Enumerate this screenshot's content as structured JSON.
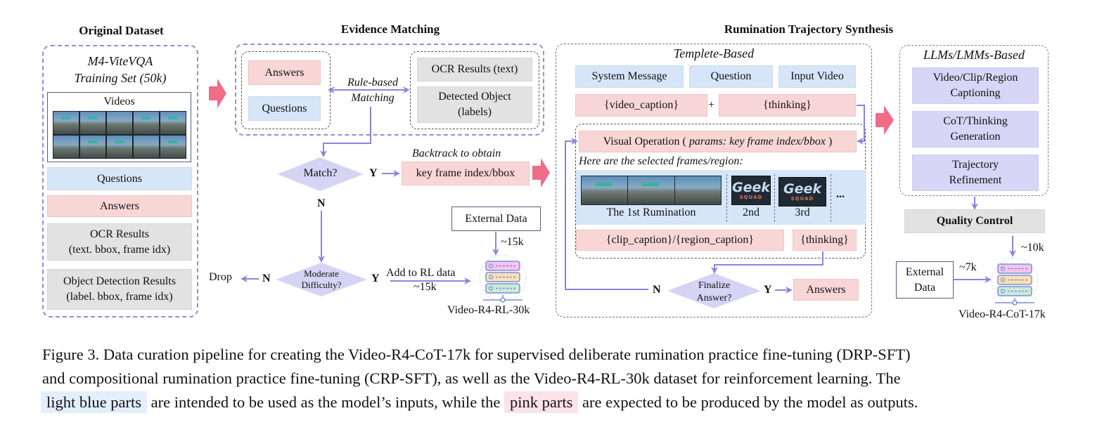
{
  "sections": {
    "original": {
      "title": "Original Dataset",
      "dataset_name_line1": "M4-ViteVQA",
      "dataset_name_line2": "Training Set (50k)",
      "videos_label": "Videos",
      "questions": "Questions",
      "answers": "Answers",
      "ocr_line1": "OCR Results",
      "ocr_line2": "(text. bbox, frame idx)",
      "det_line1": "Object Detection Results",
      "det_line2": "(label. bbox, frame idx)"
    },
    "evidence": {
      "title": "Evidence Matching",
      "answers": "Answers",
      "questions": "Questions",
      "rule_line1": "Rule-based",
      "rule_line2": "Matching",
      "ocr": "OCR Results (text)",
      "det_line1": "Detected Object",
      "det_line2": "(labels)",
      "match": "Match?",
      "yes": "Y",
      "no": "N",
      "backtrack": "Backtrack to obtain",
      "keyframe": "key frame index/bbox",
      "moderate_line1": "Moderate",
      "moderate_line2": "Difficulty?",
      "drop": "Drop",
      "add_rl": "Add to RL data",
      "add_rl_count": "~15k",
      "external": "External Data",
      "external_count": "~15k",
      "rl_dataset": "Video-R4-RL-30k"
    },
    "rumination": {
      "title": "Rumination Trajectory Synthesis",
      "template_title": "Templete-Based",
      "system_message": "System Message",
      "question": "Question",
      "input_video": "Input Video",
      "video_caption": "{video_caption}",
      "plus": "+",
      "thinking": "{thinking}",
      "visual_op_prefix": "Visual Operation ( ",
      "visual_op_params": "params: key frame index/bbox",
      "visual_op_suffix": " )",
      "selected": "Here are the selected frames/region:",
      "first": "The 1st Rumination",
      "second": "2nd",
      "third": "3rd",
      "ellipsis": "...",
      "geek": "Geek",
      "squad": "SQUAD",
      "clip_caption": "{clip_caption}/{region_caption}",
      "thinking2": "{thinking}",
      "finalize_line1": "Finalize",
      "finalize_line2": "Answer?",
      "no": "N",
      "yes": "Y",
      "answers": "Answers"
    },
    "llm": {
      "title": "LLMs/LMMs-Based",
      "item1_line1": "Video/Clip/Region",
      "item1_line2": "Captioning",
      "item2_line1": "CoT/Thinking",
      "item2_line2": "Generation",
      "item3_line1": "Trajectory",
      "item3_line2": "Refinement",
      "quality": "Quality Control",
      "qc_count": "~10k",
      "external_line1": "External",
      "external_line2": "Data",
      "external_count": "~7k",
      "cot_dataset": "Video-R4-CoT-17k"
    }
  },
  "caption": {
    "line1": "Figure 3. Data curation pipeline for creating the Video-R4-CoT-17k for supervised deliberate rumination practice fine-tuning (DRP-SFT)",
    "line2": "and compositional rumination practice fine-tuning (CRP-SFT), as well as the Video-R4-RL-30k dataset for reinforcement learning.  The",
    "line3_hl_blue": "light blue parts",
    "line3_mid": "are intended to be used as the model’s inputs, while the",
    "line3_hl_pink": "pink parts",
    "line3_end": "are expected to be produced by the model as outputs."
  },
  "colors": {
    "input_blue": "#d6e6f8",
    "output_pink": "#f9d6d6",
    "llm_purple": "#d8d6f6",
    "arrow_purple": "#8a86dc",
    "big_arrow_pink": "#f06c87"
  }
}
